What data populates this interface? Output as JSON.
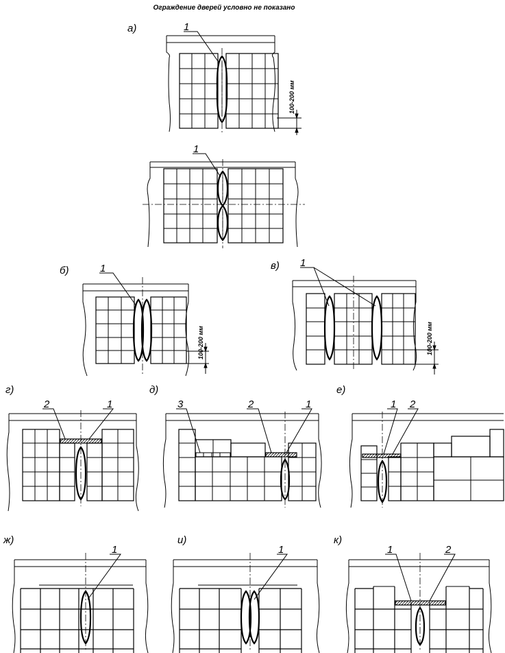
{
  "title": "Ограждение дверей условно не показано",
  "figures": {
    "a": "а)",
    "b": "б)",
    "v": "в)",
    "g": "г)",
    "d": "д)",
    "e": "е)",
    "zh": "ж)",
    "i": "и)",
    "k": "к)"
  },
  "callouts": {
    "seal": "1",
    "joint_strip": "2",
    "step_insert": "3"
  },
  "dimension_label": "100-200 мм"
}
